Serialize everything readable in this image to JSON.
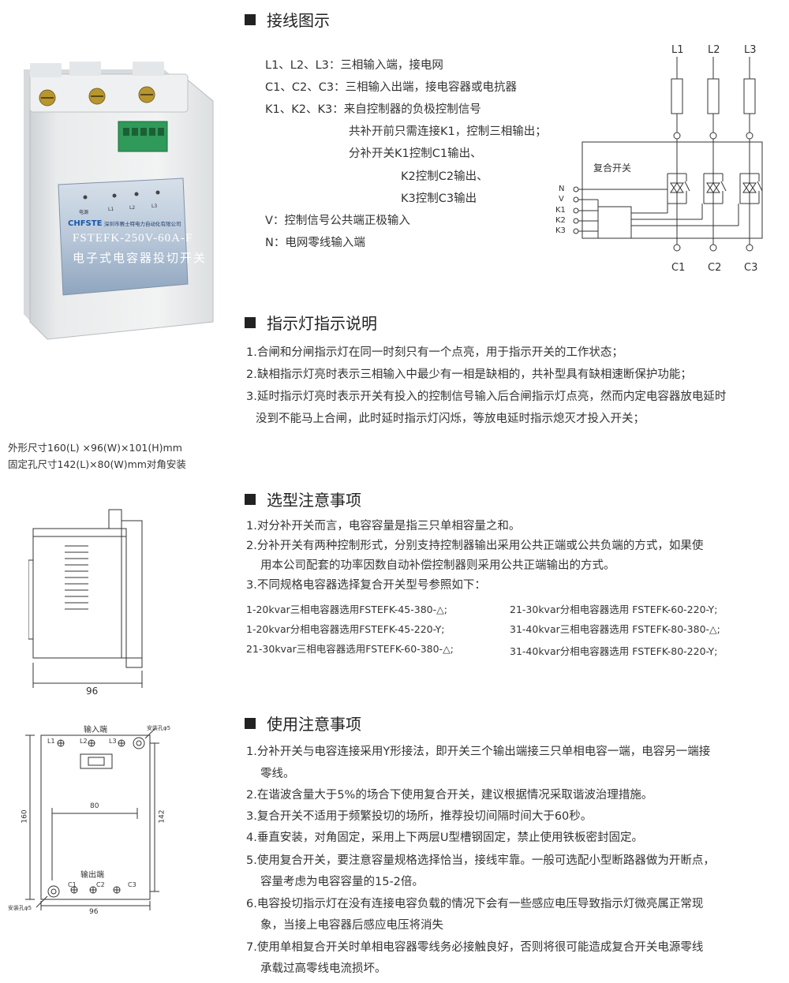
{
  "product": {
    "brand": "CHFSTE",
    "company": "深圳市赛士特电力自动化有限公司",
    "model": "FSTEFK-250V-60A-F",
    "name_cn": "电子式电容器投切开关",
    "leds": [
      "电源",
      "L1",
      "L2",
      "L3"
    ]
  },
  "dimensions": {
    "outline": "外形尺寸160(L) ×96(W)×101(H)mm",
    "mounting": "固定孔尺寸142(L)×80(W)mm对角安装"
  },
  "side_view": {
    "width_label": "96"
  },
  "front_view": {
    "input_label": "输入端",
    "output_label": "输出端",
    "hole_top": "安装孔φ5",
    "hole_bottom": "安装孔φ5",
    "terminals_in": [
      "L1",
      "L2",
      "L3"
    ],
    "terminals_out": [
      "C1",
      "C2",
      "C3"
    ],
    "dim_80": "80",
    "dim_160": "160",
    "dim_142": "142",
    "dim_96": "96"
  },
  "wiring": {
    "title": "接线图示",
    "lines": [
      "L1、L2、L3：三相输入端，接电网",
      "C1、C2、C3：三相输入出端，接电容器或电抗器",
      "K1、K2、K3：来自控制器的负极控制信号",
      "共补开前只需连接K1，控制三相输出；",
      "分补开关K1控制C1输出、",
      "K2控制C2输出、",
      "K3控制C3输出",
      "V：控制信号公共端正极输入",
      "N：电网零线输入端"
    ],
    "diagram": {
      "top_labels": [
        "L1",
        "L2",
        "L3"
      ],
      "bottom_labels": [
        "C1",
        "C2",
        "C3"
      ],
      "box_label": "复合开关",
      "left_labels": [
        "N",
        "V",
        "K1",
        "K2",
        "K3"
      ]
    }
  },
  "indicator": {
    "title": "指示灯指示说明",
    "items": [
      "1.合闸和分闸指示灯在同一时刻只有一个点亮，用于指示开关的工作状态；",
      "2.缺相指示灯亮时表示三相输入中最少有一相是缺相的，共补型具有缺相速断保护功能；",
      "3.延时指示灯亮时表示开关有投入的控制信号输入后合闸指示灯点亮，然而内定电容器放电延时",
      "没到不能马上合闸，此时延时指示灯闪烁，等放电延时指示熄灭才投入开关；"
    ]
  },
  "selection": {
    "title": "选型注意事项",
    "items": [
      "1.对分补开关而言，电容容量是指三只单相容量之和。",
      "2.分补开关有两种控制形式，分别支持控制器输出采用公共正端或公共负端的方式，如果使",
      "用本公司配套的功率因数自动补偿控制器则采用公共正端输出的方式。",
      "3.不同规格电容器选择复合开关型号参照如下："
    ],
    "models_left": [
      "1-20kvar三相电容器选用FSTEFK-45-380-△;",
      "1-20kvar分相电容器选用FSTEFK-45-220-Y;",
      "21-30kvar三相电容器选用FSTEFK-60-380-△;"
    ],
    "models_right": [
      "21-30kvar分相电容器选用 FSTEFK-60-220-Y;",
      "31-40kvar三相电容器选用 FSTEFK-80-380-△;",
      "31-40kvar分相电容器选用 FSTEFK-80-220-Y;"
    ]
  },
  "usage": {
    "title": "使用注意事项",
    "items": [
      "1.分补开关与电容连接采用Y形接法，即开关三个输出端接三只单相电容一端，电容另一端接",
      "零线。",
      "2.在谐波含量大于5%的场合下使用复合开关，建议根据情况采取谐波治理措施。",
      "3.复合开关不适用于频繁投切的场所，推荐投切间隔时间大于60秒。",
      "4.垂直安装，对角固定，采用上下两层U型槽钢固定，禁止使用铁板密封固定。",
      "5.使用复合开关，要注意容量规格选择恰当，接线牢靠。一般可选配小型断路器做为开断点，",
      "容量考虑为电容容量的15-2倍。",
      "6.电容投切指示灯在没有连接电容负载的情况下会有一些感应电压导致指示灯微亮属正常现",
      "象，当接上电容器后感应电压将消失",
      "7.使用单相复合开关时单相电容器零线务必接触良好，否则将很可能造成复合开关电源零线",
      "承载过高零线电流损坏。"
    ]
  }
}
